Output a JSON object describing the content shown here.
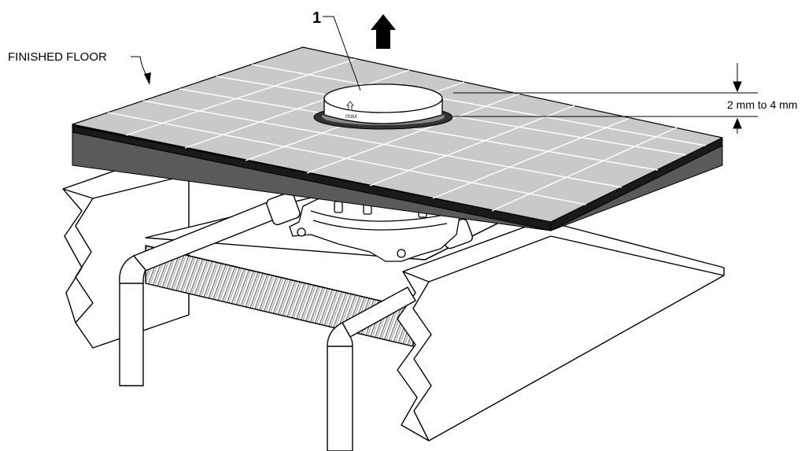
{
  "labels": {
    "finished_floor": "FINISHED FLOOR",
    "callout_number": "1",
    "dimension": "2 mm to 4 mm",
    "max_marking": "max"
  },
  "colors": {
    "tile_surface": "#c9c9c9",
    "tile_grout": "#ffffff",
    "slab_edge": "#555555",
    "slab_dark_band": "#1a1a1a",
    "outline": "#000000",
    "grate_pattern": "#777777"
  },
  "icons": {
    "lift_direction": "up-arrow-icon"
  }
}
